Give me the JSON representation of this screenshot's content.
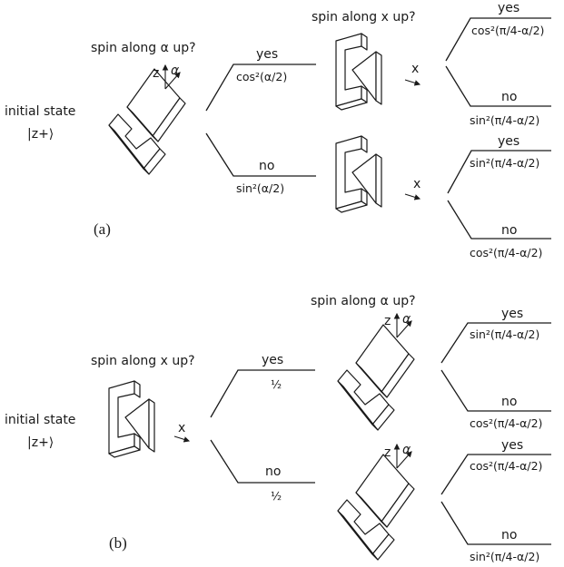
{
  "panel_a": {
    "tag": "(a)",
    "initial_state": "initial state",
    "ket": "|z+⟩",
    "q1": "spin along α up?",
    "q2": "spin along x up?",
    "yes": "yes",
    "no": "no",
    "p_yes": "cos²(α/2)",
    "p_no": "sin²(α/2)",
    "top_yes_prob": "cos²(π/4-α/2)",
    "top_no_prob": "sin²(π/4-α/2)",
    "bot_yes_prob": "sin²(π/4-α/2)",
    "bot_no_prob": "cos²(π/4-α/2)",
    "axis_z": "z",
    "axis_alpha": "α",
    "axis_x": "x"
  },
  "panel_b": {
    "tag": "(b)",
    "initial_state": "initial state",
    "ket": "|z+⟩",
    "q1": "spin along x up?",
    "q2": "spin along α up?",
    "yes": "yes",
    "no": "no",
    "p_yes": "½",
    "p_no": "½",
    "top_yes_prob": "sin²(π/4-α/2)",
    "top_no_prob": "cos²(π/4-α/2)",
    "bot_yes_prob": "cos²(π/4-α/2)",
    "bot_no_prob": "sin²(π/4-α/2)",
    "axis_z": "z",
    "axis_alpha": "α",
    "axis_x": "x"
  }
}
